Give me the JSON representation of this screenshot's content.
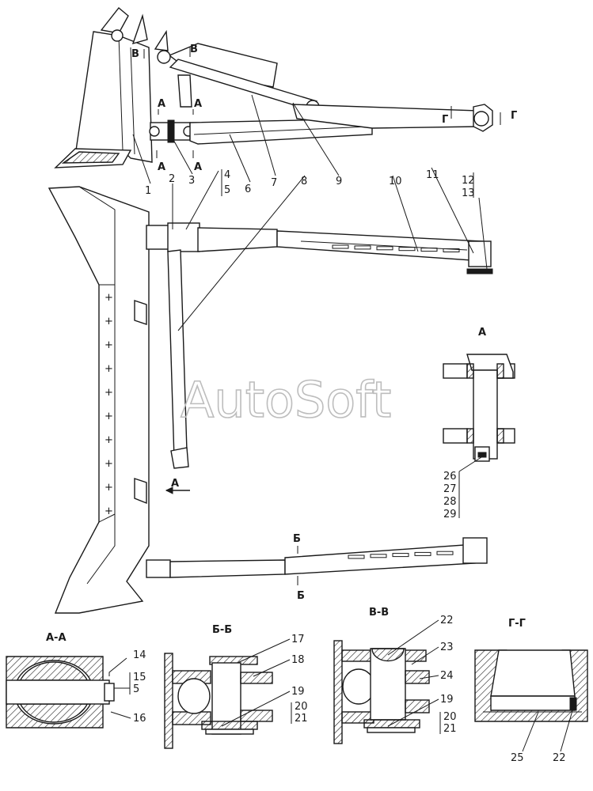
{
  "watermark": "AutoSoft",
  "part_numbers": [
    "1",
    "2",
    "3",
    "4",
    "5",
    "6",
    "7",
    "8",
    "9",
    "10",
    "11",
    "12",
    "13"
  ],
  "view_a": {
    "label": "А",
    "parts": [
      "26",
      "27",
      "28",
      "29"
    ]
  },
  "section_markers": {
    "A": "А",
    "B": "Б",
    "V": "В",
    "G": "Г"
  },
  "section_aa": {
    "title": "А-А",
    "parts": [
      "14",
      "15",
      "5",
      "16"
    ]
  },
  "section_bb": {
    "title": "Б-Б",
    "parts": [
      "17",
      "18",
      "19",
      "20",
      "21"
    ]
  },
  "section_vv": {
    "title": "В-В",
    "parts": [
      "22",
      "23",
      "24",
      "19",
      "20",
      "21"
    ]
  },
  "section_gg": {
    "title": "Г-Г",
    "parts": [
      "25",
      "22"
    ]
  }
}
